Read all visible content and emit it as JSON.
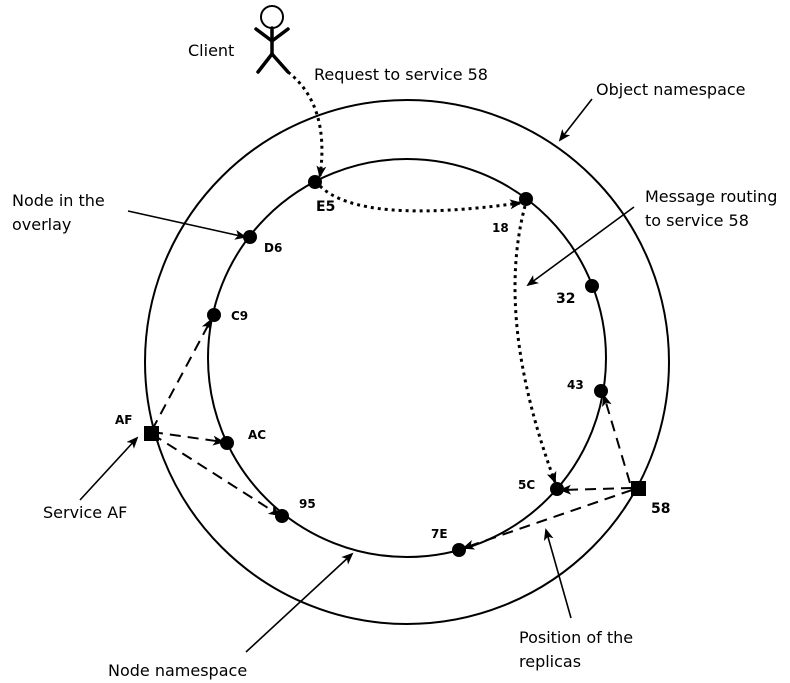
{
  "labels": {
    "client": "Client",
    "request": "Request to service 58",
    "object_namespace": "Object namespace",
    "node_in_overlay_1": "Node in the",
    "node_in_overlay_2": "overlay",
    "message_routing_1": "Message routing",
    "message_routing_2": "to service 58",
    "service_af": "Service AF",
    "node_namespace": "Node namespace",
    "replicas_1": "Position of the",
    "replicas_2": "replicas"
  },
  "nodes": {
    "e5": "E5",
    "d6": "D6",
    "c9": "C9",
    "ac": "AC",
    "n95": "95",
    "n7e": "7E",
    "n5c": "5C",
    "n43": "43",
    "n32": "32",
    "n18": "18"
  },
  "services": {
    "af": "AF",
    "s58": "58"
  }
}
